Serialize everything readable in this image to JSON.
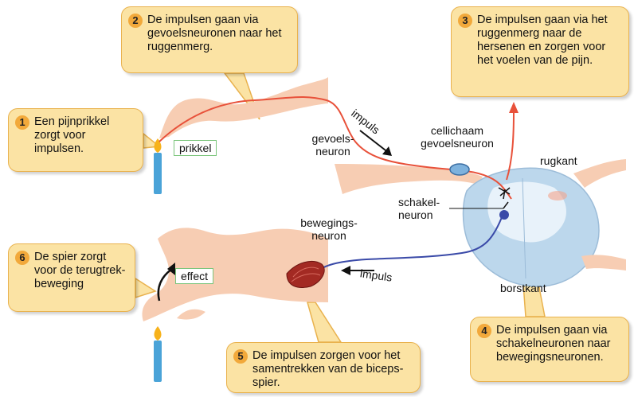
{
  "callouts": [
    {
      "num": "1",
      "text": "Een pijnprikkel zorgt voor impulsen."
    },
    {
      "num": "2",
      "text": "De impulsen gaan via gevoelsneuronen naar het ruggenmerg."
    },
    {
      "num": "3",
      "text": "De impulsen gaan via het ruggenmerg naar de hersenen en zorgen voor het voelen van de pijn."
    },
    {
      "num": "4",
      "text": "De impulsen gaan via schakelneuronen naar bewegingsneuronen."
    },
    {
      "num": "5",
      "text": "De impulsen zorgen voor het samentrekken van de biceps-spier."
    },
    {
      "num": "6",
      "text": "De spier zorgt voor de terugtrek-beweging"
    }
  ],
  "labels": {
    "prikkel": "prikkel",
    "effect": "effect",
    "gevoelsneuron_1": "gevoels-",
    "gevoelsneuron_2": "neuron",
    "impuls_top": "impuls",
    "impuls_bottom": "impuls",
    "cellichaam_1": "cellichaam",
    "cellichaam_2": "gevoelsneuron",
    "rugkant": "rugkant",
    "schakel_1": "schakel-",
    "schakel_2": "neuron",
    "bewegings_1": "bewegings-",
    "bewegings_2": "neuron",
    "borstkant": "borstkant"
  },
  "colors": {
    "callout_fill": "#fbe3a4",
    "callout_border": "#e9b24e",
    "badge": "#f2a93b",
    "skin": "#f7cdb3",
    "sensory_neuron": "#e8513a",
    "motor_neuron": "#3a4aa8",
    "spinal_cord": "#bcd7ec",
    "label_box_border": "#7cc57c"
  }
}
